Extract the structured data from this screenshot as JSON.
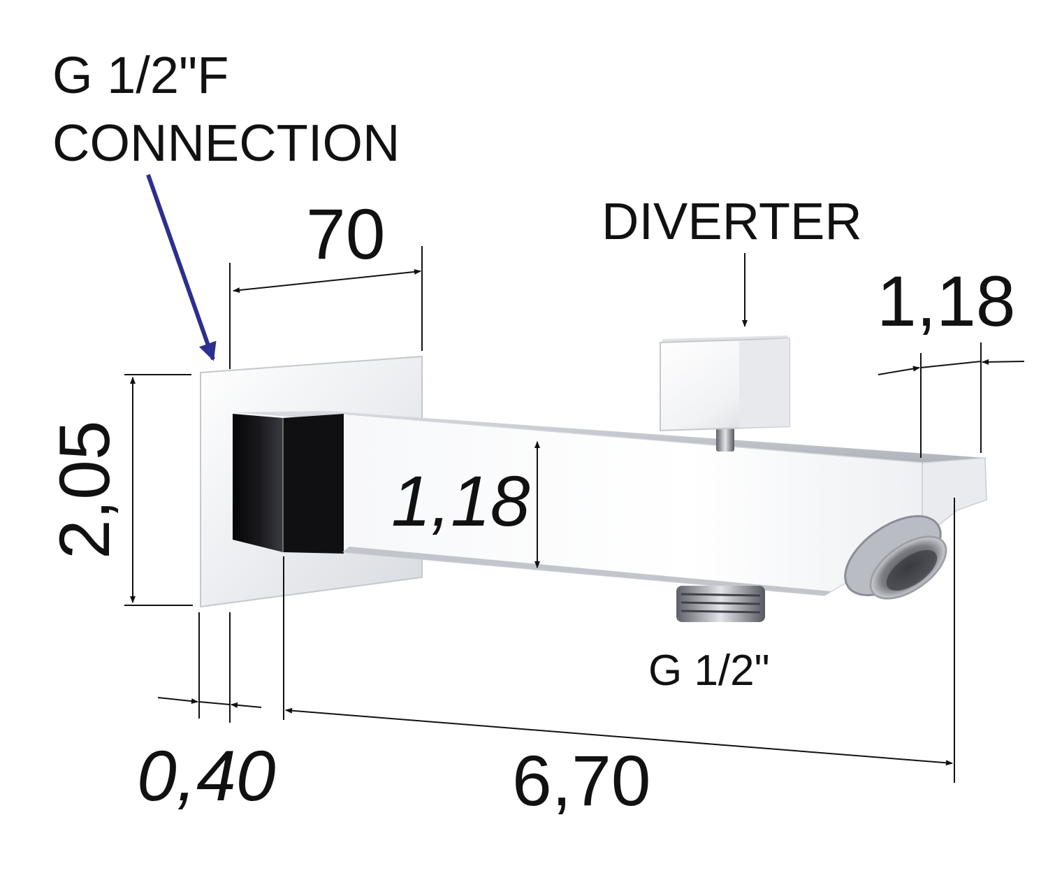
{
  "labels": {
    "connection_line1": "G 1/2\"F",
    "connection_line2": "CONNECTION",
    "diverter": "DIVERTER",
    "outlet_thread": "G 1/2\""
  },
  "dimensions": {
    "plate_depth": "70",
    "plate_height": "2,05",
    "spout_height": "1,18",
    "outlet_width": "1,18",
    "plate_thickness": "0,40",
    "spout_length": "6,70"
  },
  "colors": {
    "arrow": "#2b2f8f",
    "ink": "#111111",
    "chrome_light": "#f4f5f7",
    "chrome_mid": "#c9ccd2",
    "chrome_dark": "#0d0d10"
  }
}
